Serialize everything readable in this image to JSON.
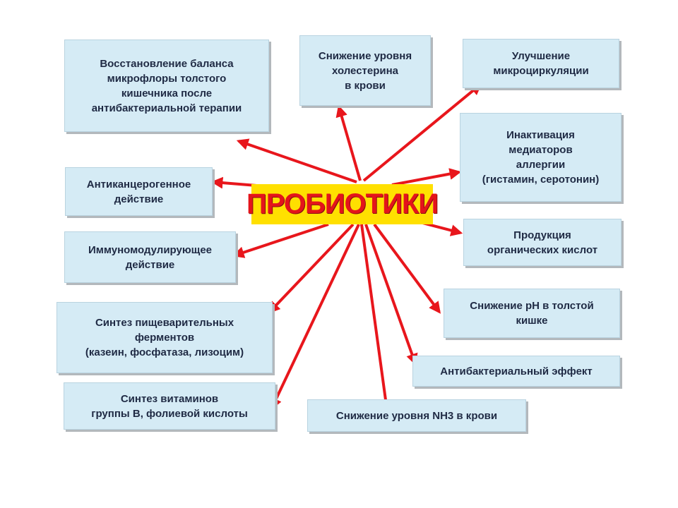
{
  "diagram": {
    "center_label": "ПРОБИОТИКИ",
    "arrow_color": "#e8161c",
    "box_color": "#d5ebf5",
    "center_color": "#ffe000",
    "effects": [
      "Восстановление баланса\nмикрофлоры толстого\nкишечника после\nантибактериальной терапии",
      "Снижение уровня\nхолестерина\nв крови",
      "Улучшение\nмикроциркуляции",
      "Инактивация\nмедиаторов\nаллергии\n(гистамин, серотонин)",
      "Антиканцерогенное\nдействие",
      "Продукция\nорганических кислот",
      "Иммуномодулирующее\nдействие",
      "Снижение pH в толстой\nкишке",
      "Синтез пищеварительных\nферментов\n(казеин, фосфатаза, лизоцим)",
      "Антибактериальный эффект",
      "Синтез витаминов\nгруппы В, фолиевой кислоты",
      "Снижение уровня NH3 в крови"
    ]
  }
}
